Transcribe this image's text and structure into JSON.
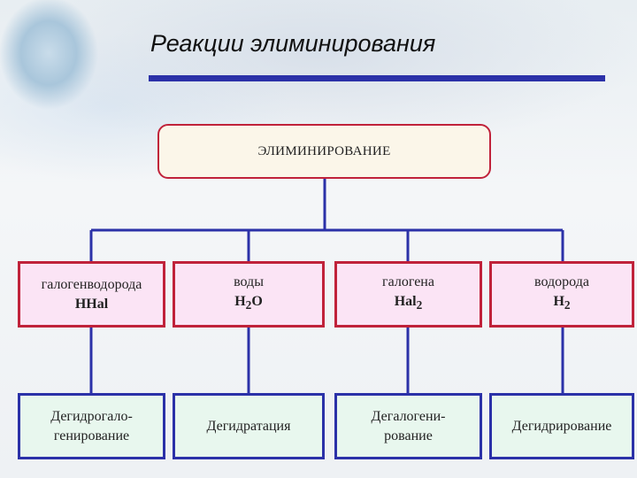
{
  "title": "Реакции элиминирования",
  "root": {
    "label": "ЭЛИМИНИРОВАНИЕ"
  },
  "categories": [
    {
      "name": "галогенводорода",
      "formula_main": "HHal",
      "formula_sub": ""
    },
    {
      "name": "воды",
      "formula_main": "H",
      "formula_sub": "2",
      "formula_tail": "O"
    },
    {
      "name": "галогена",
      "formula_main": "Hal",
      "formula_sub": "2"
    },
    {
      "name": "водорода",
      "formula_main": "H",
      "formula_sub": "2"
    }
  ],
  "results": [
    {
      "line1": "Дегидрогало-",
      "line2": "генирование"
    },
    {
      "line1": "Дегидратация",
      "line2": ""
    },
    {
      "line1": "Дегалогени-",
      "line2": "рование"
    },
    {
      "line1": "Дегидрирование",
      "line2": ""
    }
  ],
  "colors": {
    "connector": "#2b31a8",
    "category_border": "#c0223a",
    "result_border": "#2b31a8",
    "title_rule": "#2b31a8"
  }
}
